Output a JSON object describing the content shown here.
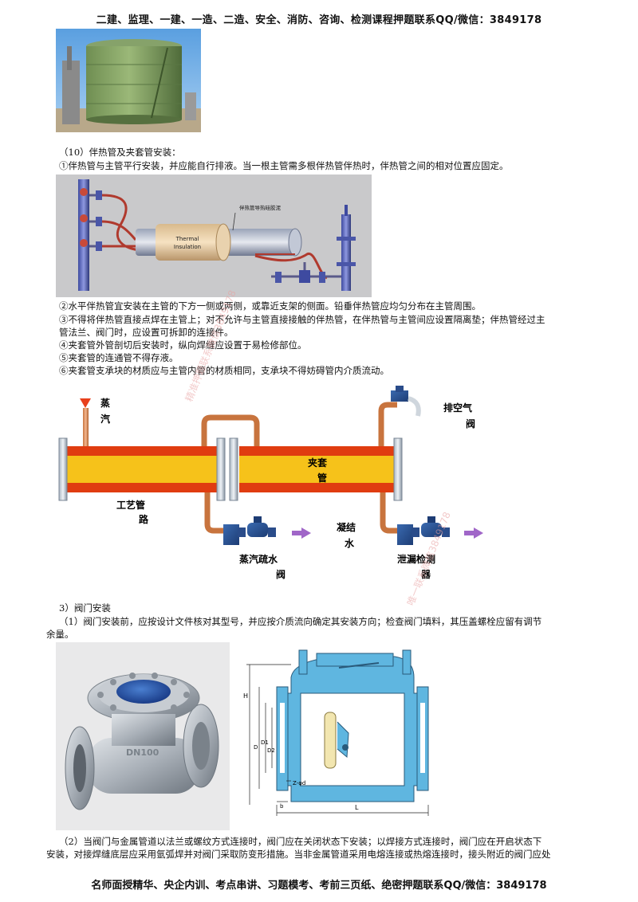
{
  "header": "二建、监理、一建、一造、二造、安全、消防、咨询、检测课程押题联系QQ/微信：3849178",
  "footer": "名师面授精华、央企内训、考点串讲、习题模考、考前三页纸、绝密押题联系QQ/微信：3849178",
  "section10": {
    "title": "（10）伴热管及夹套管安装：",
    "p1": "①伴热管与主管平行安装，并应能自行排液。当一根主管需多根伴热管伴热时，伴热管之间的相对位置应固定。",
    "p2": "②水平伴热管宜安装在主管的下方一侧或两侧，或靠近支架的侧面。铅垂伴热管应均匀分布在主管周围。",
    "p3a": "③不得将伴热管直接点焊在主管上；对不允许与主管直接接触的伴热管，在伴热管与主管间应设置隔离垫；伴热管经过主",
    "p3b": "管法兰、阀门时，应设置可拆卸的连接件。",
    "p4": "④夹套管外管剖切后安装时，纵向焊缝应设置于易检修部位。",
    "p5": "⑤夹套管的连通管不得存液。",
    "p6": "⑥夹套管支承块的材质应与主管内管的材质相同，支承块不得妨碍管内介质流动。"
  },
  "fig_tracing": {
    "callout": "伴热管导热硅胶泥",
    "insulation_line1": "Thermal",
    "insulation_line2": "Insulation"
  },
  "fig_jacket": {
    "steam": [
      "蒸",
      "汽"
    ],
    "vent": [
      "排空气",
      "阀"
    ],
    "jacket": [
      "夹套",
      "管"
    ],
    "process": [
      "工艺管",
      "路"
    ],
    "condensate": [
      "凝结",
      "水"
    ],
    "trap": [
      "蒸汽疏水",
      "阀"
    ],
    "leak": [
      "泄漏检测",
      "器"
    ]
  },
  "section3": {
    "title": "3）阀门安装",
    "p1a": "（1）阀门安装前，应按设计文件核对其型号，并应按介质流向确定其安装方向；检查阀门填料，其压盖螺栓应留有调节",
    "p1b": "余量。",
    "p2a": "（2）当阀门与金属管道以法兰或螺纹方式连接时，阀门应在关闭状态下安装；以焊接方式连接时，阀门应在开启状态下",
    "p2b": "安装，对接焊缝底层应采用氩弧焊并对阀门采取防变形措施。当非金属管道采用电熔连接或热熔连接时，接头附近的阀门应处"
  },
  "valve_photo": {
    "casting": "DN100"
  },
  "valve_drawing": {
    "H": "H",
    "D": "D",
    "D1": "D1",
    "D2": "D2",
    "Zd": "Z-φd",
    "b": "b",
    "L": "L"
  },
  "watermarks": [
    "精准押题联系微信3849178",
    "唯一联系微信3849178"
  ]
}
